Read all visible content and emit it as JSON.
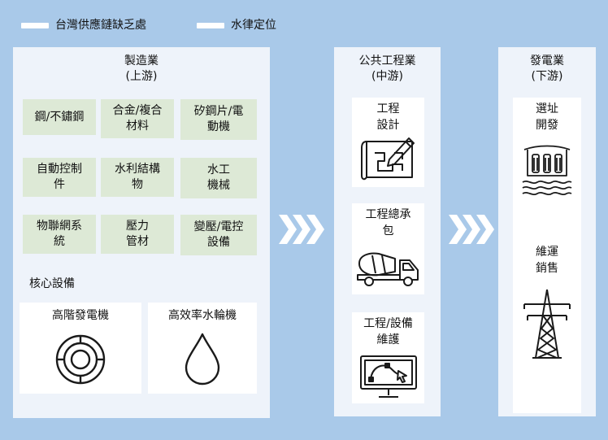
{
  "legend": {
    "item1": "台灣供應鏈缺乏處",
    "item2": "水律定位"
  },
  "upstream": {
    "title_line1": "製造業",
    "title_line2": "(上游)",
    "cells": [
      {
        "line1": "鋼/不鏽鋼",
        "line2": ""
      },
      {
        "line1": "合金/複合",
        "line2": "材料"
      },
      {
        "line1": "矽鋼片/電",
        "line2": "動機"
      },
      {
        "line1": "自動控制",
        "line2": "件"
      },
      {
        "line1": "水利結構",
        "line2": "物"
      },
      {
        "line1": "水工",
        "line2": "機械"
      },
      {
        "line1": "物聯網系",
        "line2": "統"
      },
      {
        "line1": "壓力",
        "line2": "管材"
      },
      {
        "line1": "變壓/電控",
        "line2": "設備"
      }
    ],
    "core_label": "核心設備",
    "core_items": [
      {
        "label": "高階發電機",
        "icon": "generator-icon"
      },
      {
        "label": "高效率水輪機",
        "icon": "water-drop-icon"
      }
    ]
  },
  "midstream": {
    "title_line1": "公共工程業",
    "title_line2": "(中游)",
    "cards": [
      {
        "line1": "工程",
        "line2": "設計",
        "icon": "blueprint-pencil-icon"
      },
      {
        "line1": "工程總承",
        "line2": "包",
        "icon": "concrete-mixer-truck-icon"
      },
      {
        "line1": "工程/設備",
        "line2": "維護",
        "icon": "monitor-design-icon"
      }
    ]
  },
  "downstream": {
    "title_line1": "發電業",
    "title_line2": "(下游)",
    "cards": [
      {
        "line1": "選址",
        "line2": "開發",
        "icon": "dam-icon"
      },
      {
        "line1": "維運",
        "line2": "銷售",
        "icon": "power-tower-icon"
      }
    ]
  },
  "colors": {
    "background": "#a9c9e9",
    "panel": "#eef3fa",
    "green_cell": "#dde9d6",
    "card": "#ffffff",
    "chevron": "#ffffff",
    "icon_stroke": "#1a1a1a"
  }
}
